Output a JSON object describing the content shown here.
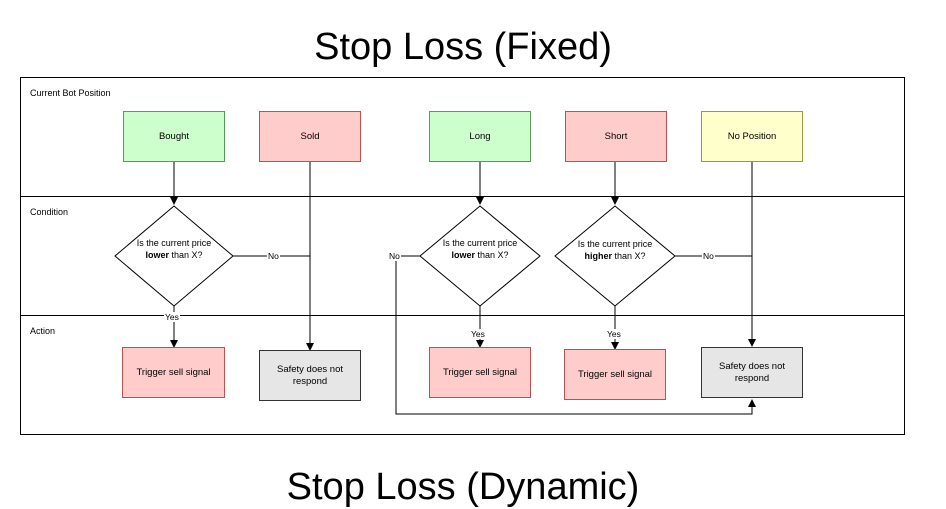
{
  "title": "Stop Loss (Fixed)",
  "next_title_partial": "Stop Loss (Dynamic)",
  "lanes": {
    "position": "Current Bot Position",
    "condition": "Condition",
    "action": "Action"
  },
  "positions": {
    "bought": "Bought",
    "sold": "Sold",
    "long": "Long",
    "short": "Short",
    "none": "No Position"
  },
  "conditions": {
    "lower_1": {
      "pre": "Is the current price ",
      "bold": "lower",
      "post": " than X?"
    },
    "lower_2": {
      "pre": "Is the current price ",
      "bold": "lower",
      "post": " than X?"
    },
    "higher": {
      "pre": "Is the current price ",
      "bold": "higher",
      "post": " than X?"
    }
  },
  "actions": {
    "trigger_1": "Trigger sell signal",
    "safety_1": "Safety does not respond",
    "trigger_2": "Trigger sell signal",
    "trigger_3": "Trigger sell signal",
    "safety_2": "Safety does not respond"
  },
  "edge_labels": {
    "no_1": "No",
    "yes_1": "Yes",
    "no_2": "No",
    "yes_2": "Yes",
    "yes_3": "Yes",
    "no_3": "No"
  },
  "colors": {
    "green": "#ccffcc",
    "red": "#ffcccc",
    "yellow": "#ffffcc",
    "gray": "#e6e6e6"
  }
}
